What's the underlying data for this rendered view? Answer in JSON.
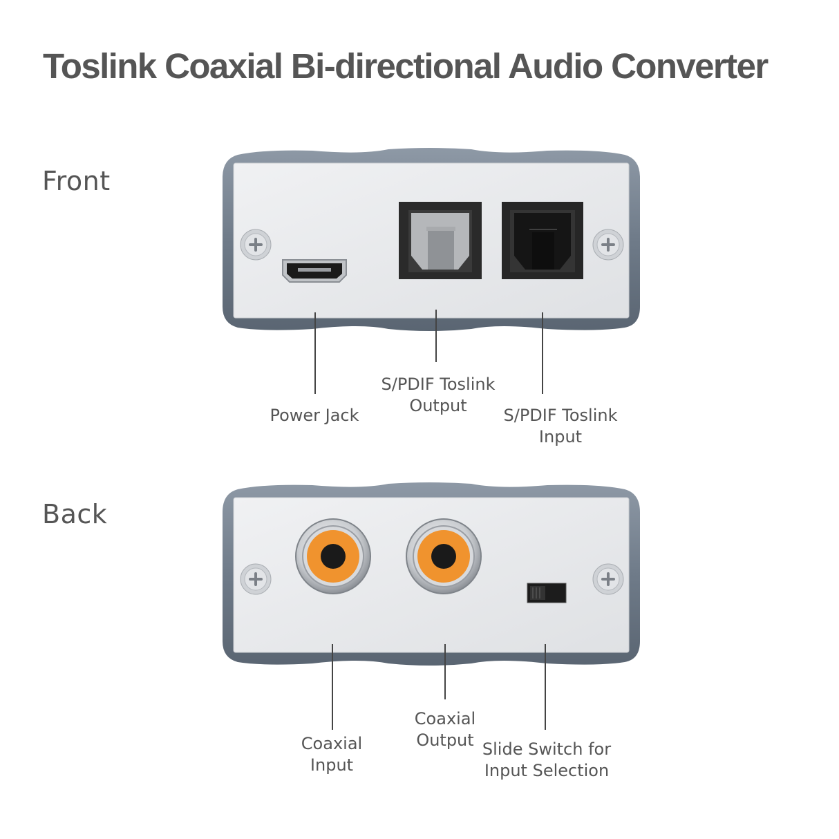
{
  "title": "Toslink Coaxial Bi-directional Audio Converter",
  "colors": {
    "title": "#555555",
    "shell": "#6f7b89",
    "faceplate": "#e9eaec",
    "rca_insulator": "#f0932e",
    "toslink_body": "#2e2e2e"
  },
  "front": {
    "label": "Front",
    "callouts": {
      "power_jack": "Power Jack",
      "toslink_output": [
        "S/PDIF Toslink",
        "Output"
      ],
      "toslink_input": [
        "S/PDIF Toslink",
        "Input"
      ]
    }
  },
  "back": {
    "label": "Back",
    "callouts": {
      "coaxial_input": [
        "Coaxial",
        "Input"
      ],
      "coaxial_output": [
        "Coaxial",
        "Output"
      ],
      "slide_switch": [
        "Slide Switch for",
        "Input Selection"
      ]
    }
  }
}
